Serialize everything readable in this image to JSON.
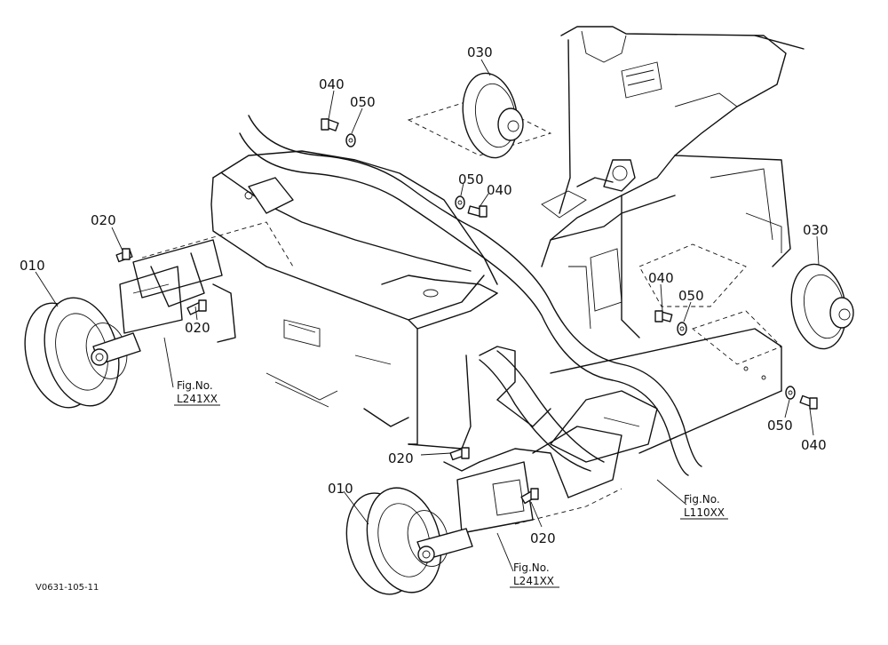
{
  "diagram": {
    "drawing_code": "V0631-105-11",
    "part_labels": {
      "idler_left": "010",
      "idler_right": "010",
      "bolt_020_a": "020",
      "bolt_020_b": "020",
      "bolt_020_c": "020",
      "bolt_020_d": "020",
      "roller_030_top": "030",
      "roller_030_right": "030",
      "bolt_040_a": "040",
      "bolt_040_b": "040",
      "bolt_040_c": "040",
      "bolt_040_d": "040",
      "washer_050_a": "050",
      "washer_050_b": "050",
      "washer_050_c": "050",
      "washer_050_d": "050"
    },
    "fig_refs": [
      {
        "title": "Fig.No.",
        "number": "L241XX"
      },
      {
        "title": "Fig.No.",
        "number": "L110XX"
      },
      {
        "title": "Fig.No.",
        "number": "L241XX"
      }
    ]
  }
}
